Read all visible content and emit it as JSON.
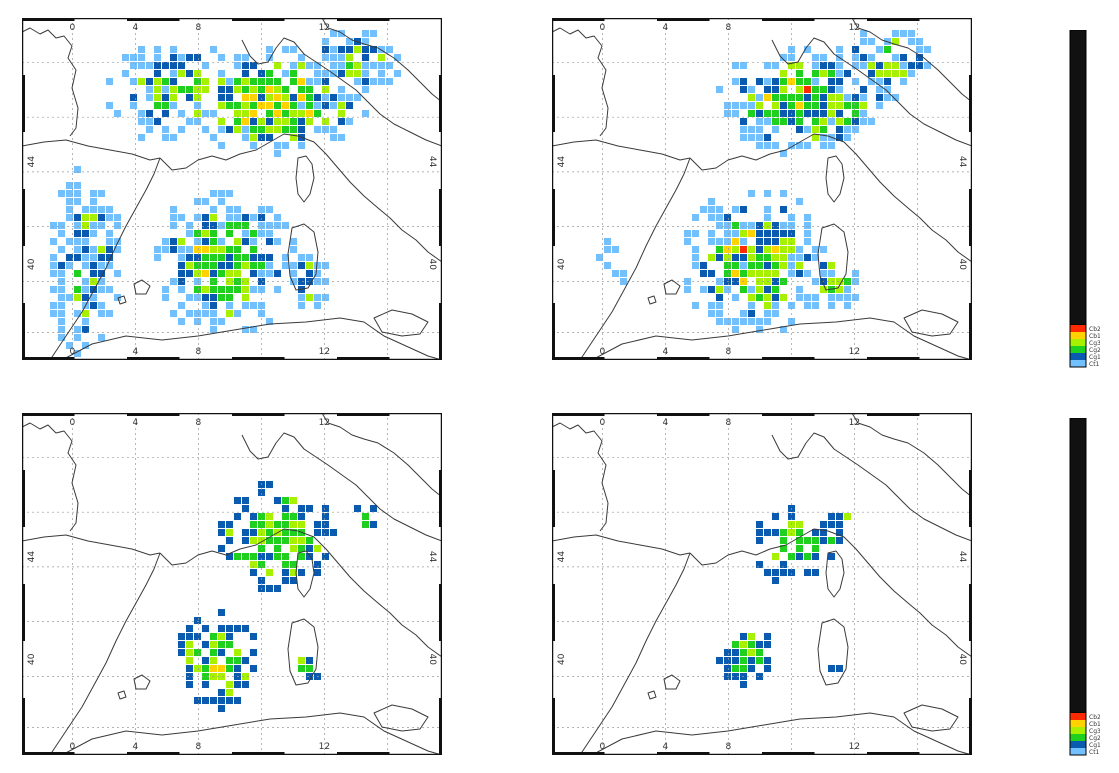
{
  "figure": {
    "colors": {
      "background": "#ffffff",
      "coast": "#3a3a3a",
      "frame": "#111111",
      "grid": "#9a9a9a",
      "colorbar_body": "#111111"
    },
    "lon_ticks": [
      "0",
      "4",
      "8",
      "12"
    ],
    "lat_ticks": [
      "44",
      "40"
    ]
  },
  "panels": [
    {
      "id": "top-left"
    },
    {
      "id": "top-right"
    },
    {
      "id": "bottom-left"
    },
    {
      "id": "bottom-right"
    }
  ],
  "colorbars": [
    {
      "id": "top",
      "scale_labels": [
        "Cb2",
        "Cb1",
        "Cg3",
        "Cg2",
        "Cg1",
        "Ct1"
      ],
      "level_colors": [
        "#ff2a00",
        "#ffd200",
        "#a6f000",
        "#1fd01f",
        "#0a5ab0",
        "#73c0ff"
      ]
    },
    {
      "id": "bottom",
      "scale_labels": [
        "Cb2",
        "Cb1",
        "Cg3",
        "Cg2",
        "Cg1",
        "Ct1"
      ],
      "level_colors": [
        "#ff2a00",
        "#ffd200",
        "#a6f000",
        "#1fd01f",
        "#0a5ab0",
        "#73c0ff"
      ]
    }
  ]
}
